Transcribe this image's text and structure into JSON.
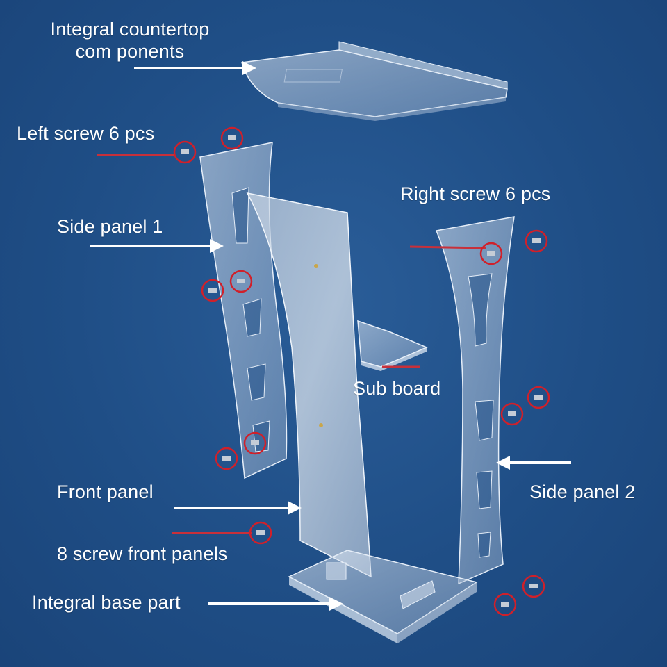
{
  "labels": {
    "countertop_line1": "Integral countertop",
    "countertop_line2": "com ponents",
    "left_screw": "Left screw 6 pcs",
    "side_panel_1": "Side panel 1",
    "right_screw": "Right screw 6 pcs",
    "sub_board": "Sub board",
    "front_panel": "Front panel",
    "side_panel_2": "Side panel 2",
    "front_screws": "8 screw front panels",
    "base_part": "Integral base part"
  },
  "colors": {
    "background": "#1f4e86",
    "label_text": "#ffffff",
    "arrow": "#ffffff",
    "screw_circle": "#d0202a",
    "pointer_line": "#c8303a",
    "acrylic_fill": "#c9d6e6",
    "acrylic_edge": "#e8f0fa"
  },
  "icons": {
    "screw_marker": "red-circle-screw-icon",
    "pointer_arrow": "white-arrow-icon"
  }
}
